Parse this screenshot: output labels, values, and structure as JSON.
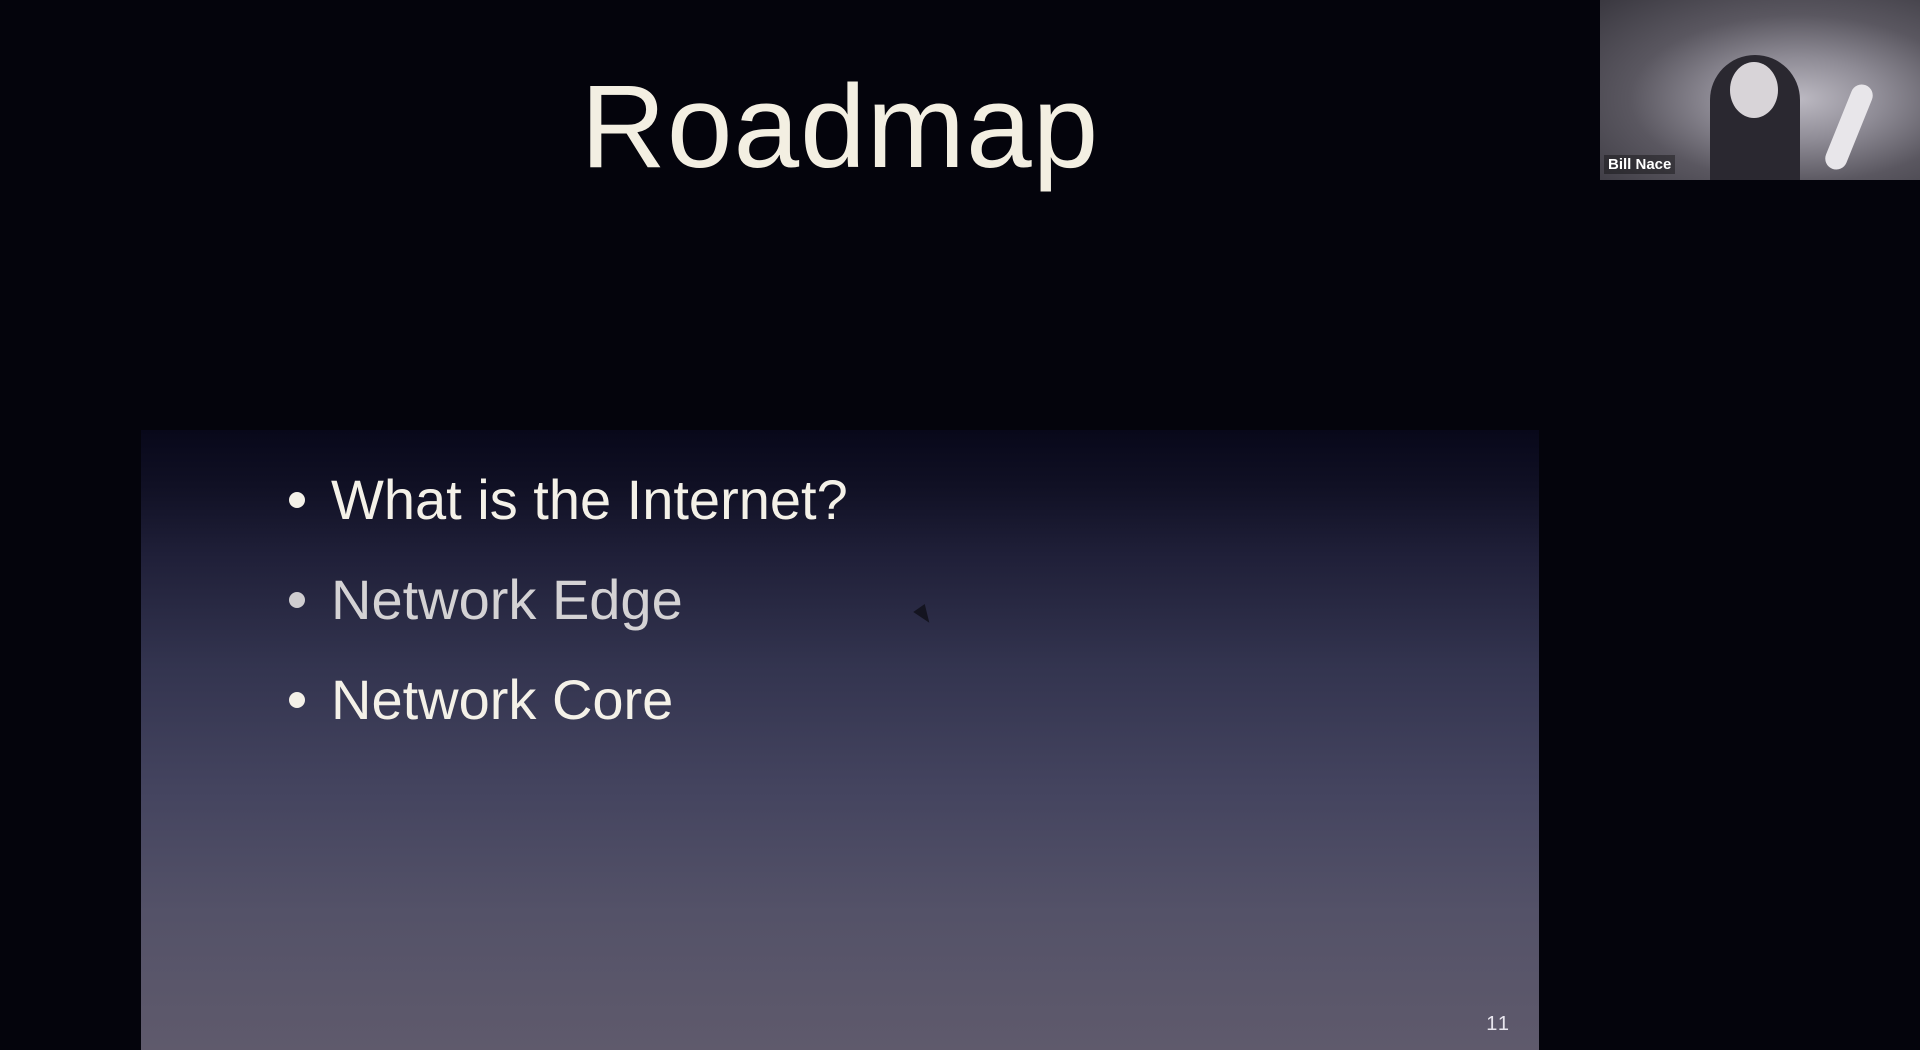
{
  "slide": {
    "title": "Roadmap",
    "bullets": [
      {
        "text": "What is the Internet?",
        "dimmed": false
      },
      {
        "text": "Network Edge",
        "dimmed": true
      },
      {
        "text": "Network Core",
        "dimmed": false
      }
    ],
    "slide_number": "11"
  },
  "video": {
    "participant_name": "Bill Nace"
  },
  "colors": {
    "background": "#04040c",
    "title_text": "#f3efe2",
    "bullet_text": "#f4f1e8",
    "dimmed_bullet_text": "#d4d2d4"
  },
  "icons": {
    "cursor": "mouse-pointer-icon",
    "bullet": "bullet-dot-icon"
  }
}
